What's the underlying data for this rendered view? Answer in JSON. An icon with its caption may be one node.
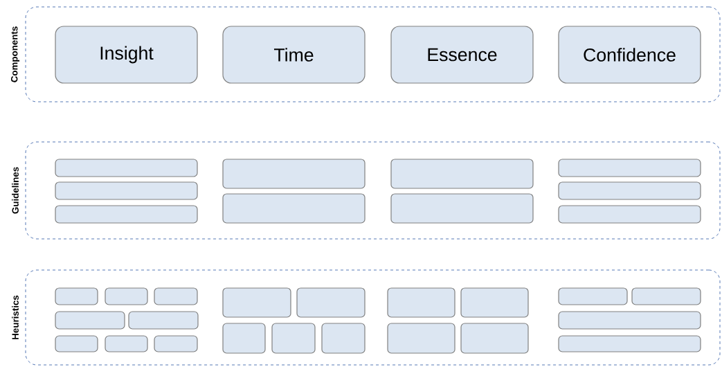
{
  "diagram": {
    "nodes": [
      {
        "text": [
          "Components"
        ]
      },
      {
        "text": [
          "Insight"
        ],
        "in": 0
      },
      {
        "text": [
          "Time"
        ],
        "in": 0
      },
      {
        "text": [
          "Essence"
        ],
        "in": 0
      },
      {
        "text": [
          "Confidence"
        ],
        "in": 0
      },
      {
        "text": [
          "Guidelines"
        ]
      },
      {
        "text": [],
        "shape": "box",
        "in": 5
      },
      {
        "text": [],
        "shape": "box",
        "in": 5
      },
      {
        "text": [],
        "shape": "box",
        "in": 5
      },
      {
        "text": [],
        "shape": "box",
        "in": 5
      },
      {
        "text": [],
        "shape": "box",
        "in": 5
      },
      {
        "text": [],
        "shape": "box",
        "in": 5
      },
      {
        "text": [],
        "shape": "box",
        "in": 5
      },
      {
        "text": [],
        "shape": "box",
        "in": 5
      },
      {
        "text": [],
        "shape": "box",
        "in": 5
      },
      {
        "text": [],
        "shape": "box",
        "in": 5
      },
      {
        "text": [
          "Heuristics"
        ]
      },
      {
        "text": [],
        "shape": "box",
        "in": 16
      },
      {
        "text": [],
        "shape": "box",
        "in": 16
      },
      {
        "text": [],
        "shape": "box",
        "in": 16
      },
      {
        "text": [],
        "shape": "box",
        "in": 16
      },
      {
        "text": [],
        "shape": "box",
        "in": 16
      },
      {
        "text": [],
        "shape": "box",
        "in": 16
      },
      {
        "text": [],
        "shape": "box",
        "in": 16
      },
      {
        "text": [],
        "shape": "box",
        "in": 16
      },
      {
        "text": [],
        "shape": "box",
        "in": 16
      },
      {
        "text": [],
        "shape": "box",
        "in": 16
      },
      {
        "text": [],
        "shape": "box",
        "in": 16
      },
      {
        "text": [],
        "shape": "box",
        "in": 16
      },
      {
        "text": [],
        "shape": "box",
        "in": 16
      },
      {
        "text": [],
        "shape": "box",
        "in": 16
      },
      {
        "text": [],
        "shape": "box",
        "in": 16
      },
      {
        "text": [],
        "shape": "box",
        "in": 16
      },
      {
        "text": [],
        "shape": "box",
        "in": 16
      },
      {
        "text": [],
        "shape": "box",
        "in": 16
      },
      {
        "text": [],
        "shape": "box",
        "in": 16
      },
      {
        "text": [],
        "shape": "box",
        "in": 16
      },
      {
        "text": [],
        "shape": "box",
        "in": 16
      }
    ]
  }
}
